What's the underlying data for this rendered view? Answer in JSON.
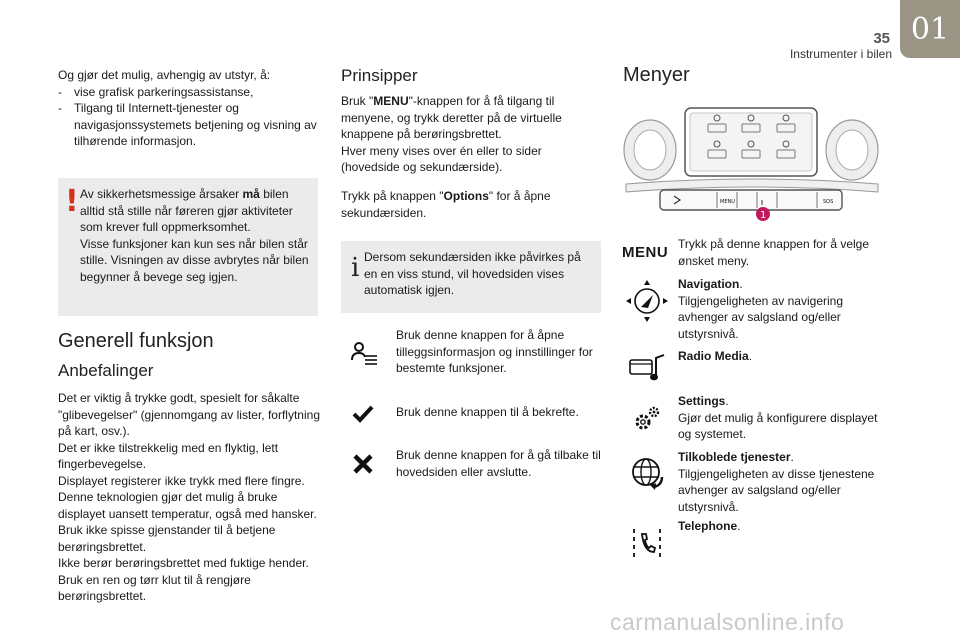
{
  "header": {
    "page_number": "35",
    "section": "Instrumenter i bilen",
    "chapter": "01"
  },
  "intro": {
    "lead": "Og gjør det mulig, avhengig av utstyr, å:",
    "items": [
      "vise grafisk parkeringsassistanse,",
      "Tilgang til Internett-tjenester og navigasjonssystemets betjening og visning av tilhørende informasjon."
    ]
  },
  "warning": {
    "text_a": "Av sikkerhetsmessige årsaker ",
    "bold": "må",
    "text_b": " bilen alltid stå stille når føreren gjør aktiviteter som krever full oppmerksomhet.",
    "text_c": "Visse funksjoner kan kun ses når bilen står stille. Visningen av disse avbrytes når bilen begynner å bevege seg igjen."
  },
  "general": {
    "title": "Generell funksjon",
    "subtitle": "Anbefalinger",
    "paragraphs": [
      "Det er viktig å trykke godt, spesielt for såkalte \"glibevegelser\" (gjennomgang av lister, forflytning på kart, osv.).",
      "Det er ikke tilstrekkelig med en flyktig, lett fingerbevegelse.",
      "Displayet registerer ikke trykk med flere fingre.",
      "Denne teknologien gjør det mulig å bruke displayet uansett temperatur, også med hansker.",
      "Bruk ikke spisse gjenstander til å betjene berøringsbrettet.",
      "Ikke berør berøringsbrettet med fuktige hender.",
      "Bruk en ren og tørr klut til å rengjøre berøringsbrettet."
    ]
  },
  "principles": {
    "title": "Prinsipper",
    "p1_a": "Bruk \"",
    "p1_bold": "MENU",
    "p1_b": "\"-knappen for å få tilgang til menyene, og trykk deretter på de virtuelle knappene på berøringsbrettet.",
    "p2": "Hver meny vises over én eller to sider (hovedside og sekundærside).",
    "p3_a": "Trykk på knappen \"",
    "p3_bold": "Options",
    "p3_b": "\" for å åpne sekundærsiden.",
    "info": "Dersom sekundærsiden ikke påvirkes på en en viss stund, vil hovedsiden vises automatisk igjen.",
    "buttons": [
      {
        "icon": "options-icon",
        "text": "Bruk denne knappen for å åpne tilleggsinformasjon og innstillinger for bestemte funksjoner."
      },
      {
        "icon": "checkmark-icon",
        "text": "Bruk denne knappen til å bekrefte."
      },
      {
        "icon": "cross-icon",
        "text": "Bruk denne knappen for å gå tilbake til hovedsiden eller avslutte."
      }
    ]
  },
  "menus": {
    "title": "Menyer",
    "panel_labels": {
      "menu": "MENU",
      "sos": "SOS",
      "callout": "1"
    },
    "menu_key": "MENU",
    "menu_key_text": "Trykk på denne knappen for å velge ønsket meny.",
    "items": [
      {
        "icon": "navigation-icon",
        "title": "Navigation",
        "desc": "Tilgjengeligheten av navigering avhenger av salgsland og/eller utstyrsnivå."
      },
      {
        "icon": "radio-media-icon",
        "title": "Radio Media",
        "desc": ""
      },
      {
        "icon": "settings-icon",
        "title": "Settings",
        "desc": "Gjør det mulig å konfigurere displayet og systemet."
      },
      {
        "icon": "connected-services-icon",
        "title": "Tilkoblede tjenester",
        "desc": "Tilgjengeligheten av disse tjenestene avhenger av salgsland og/eller utstyrsnivå."
      },
      {
        "icon": "telephone-icon",
        "title": "Telephone",
        "desc": ""
      }
    ]
  },
  "watermark": "carmanualsonline.info",
  "colors": {
    "accent": "#d6311e",
    "box": "#ebebeb",
    "chapter_tab": "#9a9484",
    "callout": "#c2185b"
  }
}
